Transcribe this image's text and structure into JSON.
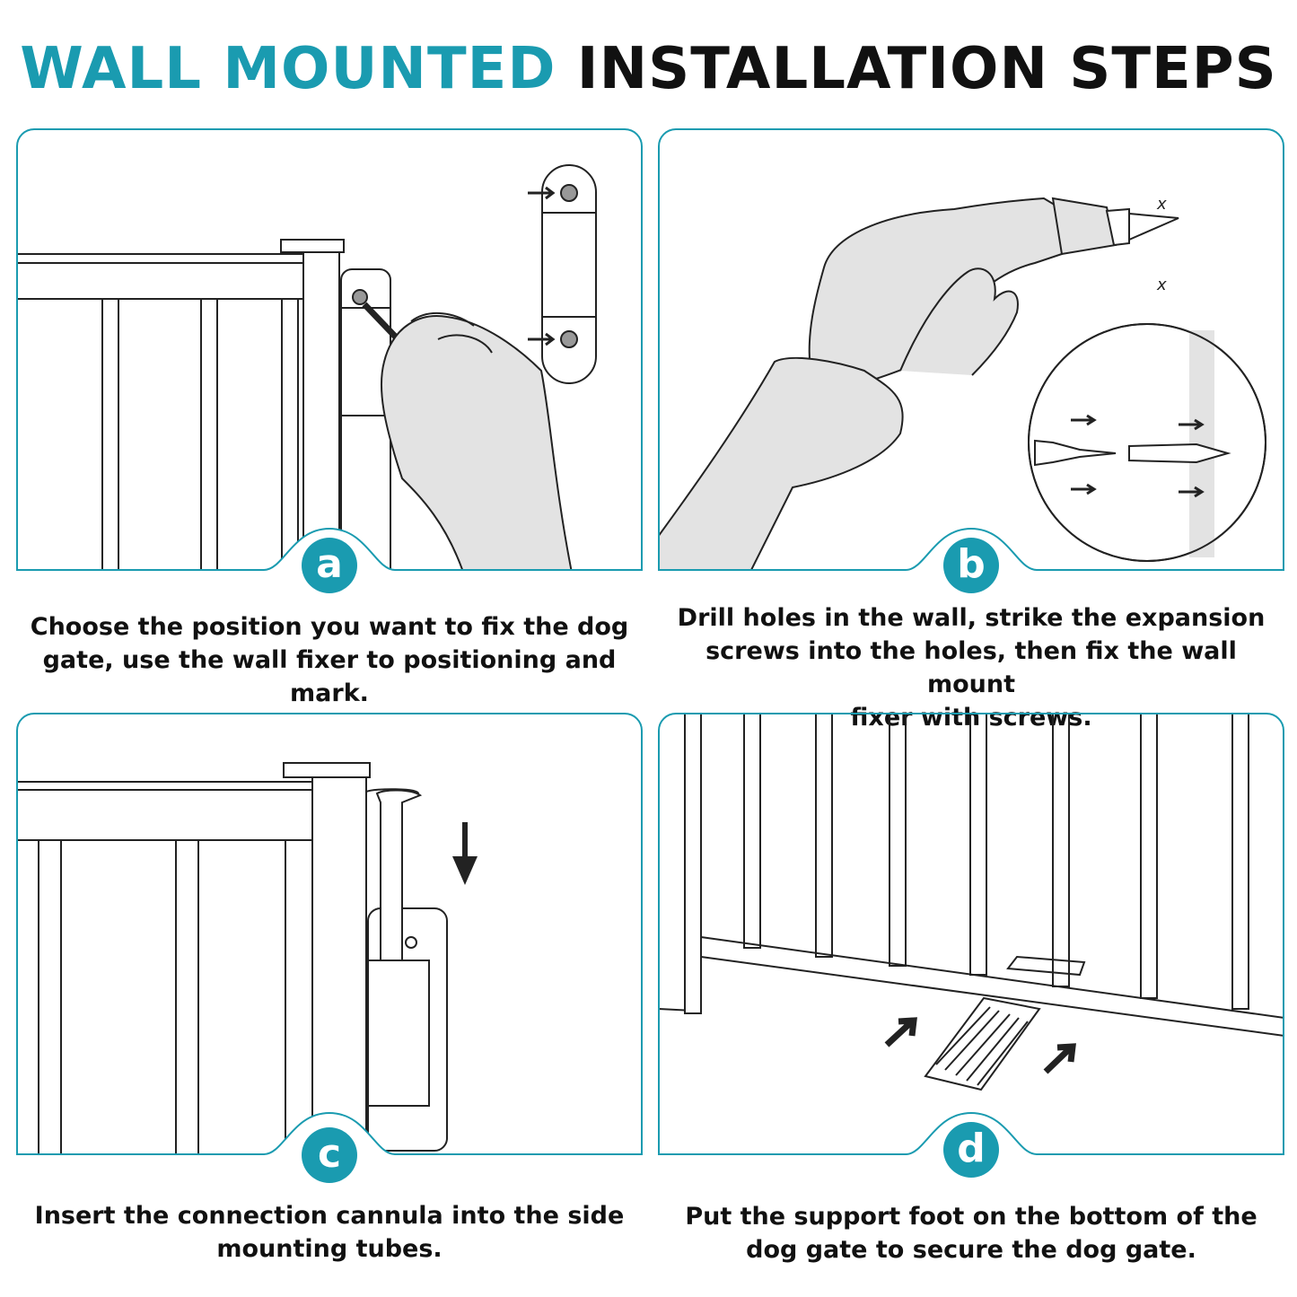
{
  "title": {
    "accent": "WALL MOUNTED",
    "main": "INSTALLATION STEPS"
  },
  "colors": {
    "accent": "#1a9bb0",
    "text": "#111111",
    "fill": "#e3e3e3"
  },
  "steps": [
    {
      "letter": "a",
      "lines": [
        "Choose the position you want to fix the dog",
        "gate, use the wall fixer to positioning and mark."
      ]
    },
    {
      "letter": "b",
      "lines": [
        "Drill holes in the wall, strike the expansion",
        "screws into the holes, then fix the wall mount",
        "fixer with screws."
      ]
    },
    {
      "letter": "c",
      "lines": [
        "Insert the connection cannula into the side",
        "mounting tubes."
      ]
    },
    {
      "letter": "d",
      "lines": [
        "Put the support foot on the bottom of the",
        "dog gate to secure the dog gate."
      ]
    }
  ],
  "marks": {
    "x1": "x",
    "x2": "x"
  }
}
